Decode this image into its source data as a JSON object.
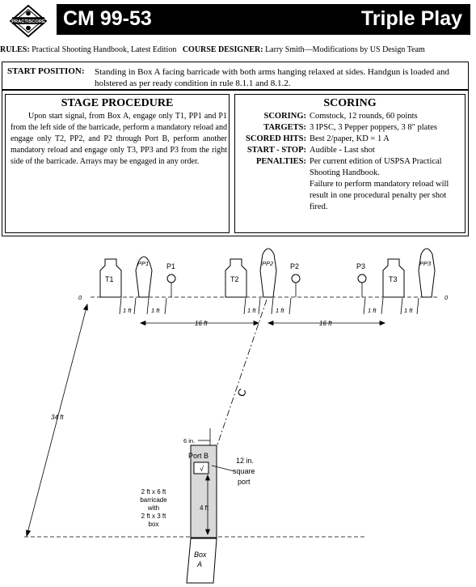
{
  "header": {
    "logo_text": "PRACTISCORE",
    "course_id": "CM 99-53",
    "stage_name": "Triple Play"
  },
  "rules_line": {
    "rules_label": "RULES:",
    "rules_value": "Practical Shooting Handbook, Latest Edition",
    "designer_label": "COURSE DESIGNER:",
    "designer_value": "Larry Smith—Modifications by US Design Team"
  },
  "start_position": {
    "label": "START POSITION:",
    "text": "Standing in Box A facing barricade with both arms hanging relaxed at sides. Handgun is loaded and holstered as per ready condition in rule 8.1.1 and 8.1.2."
  },
  "stage_procedure": {
    "heading": "STAGE PROCEDURE",
    "text": "Upon start signal, from Box A, engage only T1, PP1 and P1 from the left side of the barricade, perform a mandatory reload and engage only T2, PP2, and P2 through Port B, perform another mandatory reload and engage only T3, PP3 and P3 from the right side of the barricade. Arrays may be engaged in any order."
  },
  "scoring": {
    "heading": "SCORING",
    "rows": [
      {
        "label": "SCORING:",
        "value": "Comstock, 12 rounds, 60 points"
      },
      {
        "label": "TARGETS:",
        "value": "3 IPSC, 3 Pepper poppers, 3 8\" plates"
      },
      {
        "label": "SCORED HITS:",
        "value": "Best 2/paper, KD = 1 A"
      },
      {
        "label": "START - STOP:",
        "value": "Audible - Last shot"
      },
      {
        "label": "PENALTIES:",
        "value": "Per current edition of USPSA Practical Shooting Handbook."
      },
      {
        "label": "",
        "value": "Failure to perform mandatory reload will result in one procedural penalty per shot fired."
      }
    ]
  },
  "diagram": {
    "targets": {
      "t1": "T1",
      "t2": "T2",
      "t3": "T3",
      "pp1": "PP1",
      "pp2": "PP2",
      "pp3": "PP3",
      "p1": "P1",
      "p2": "P2",
      "p3": "P3"
    },
    "zero_left": "0",
    "zero_right": "0",
    "one_ft": "1 ft",
    "sixteen_ft": "16 ft",
    "thirty_four_ft": "34 ft",
    "centerline": "C",
    "six_in": "6 in.",
    "port_b": "Port B",
    "port_check": "√",
    "port_note": [
      "12 in.",
      "square",
      "port"
    ],
    "four_ft": "4 ft",
    "barricade_note": [
      "2 ft x 6 ft",
      "barricade",
      "with",
      "2 ft x 3 ft",
      "box"
    ],
    "box_a": [
      "Box",
      "A"
    ]
  }
}
